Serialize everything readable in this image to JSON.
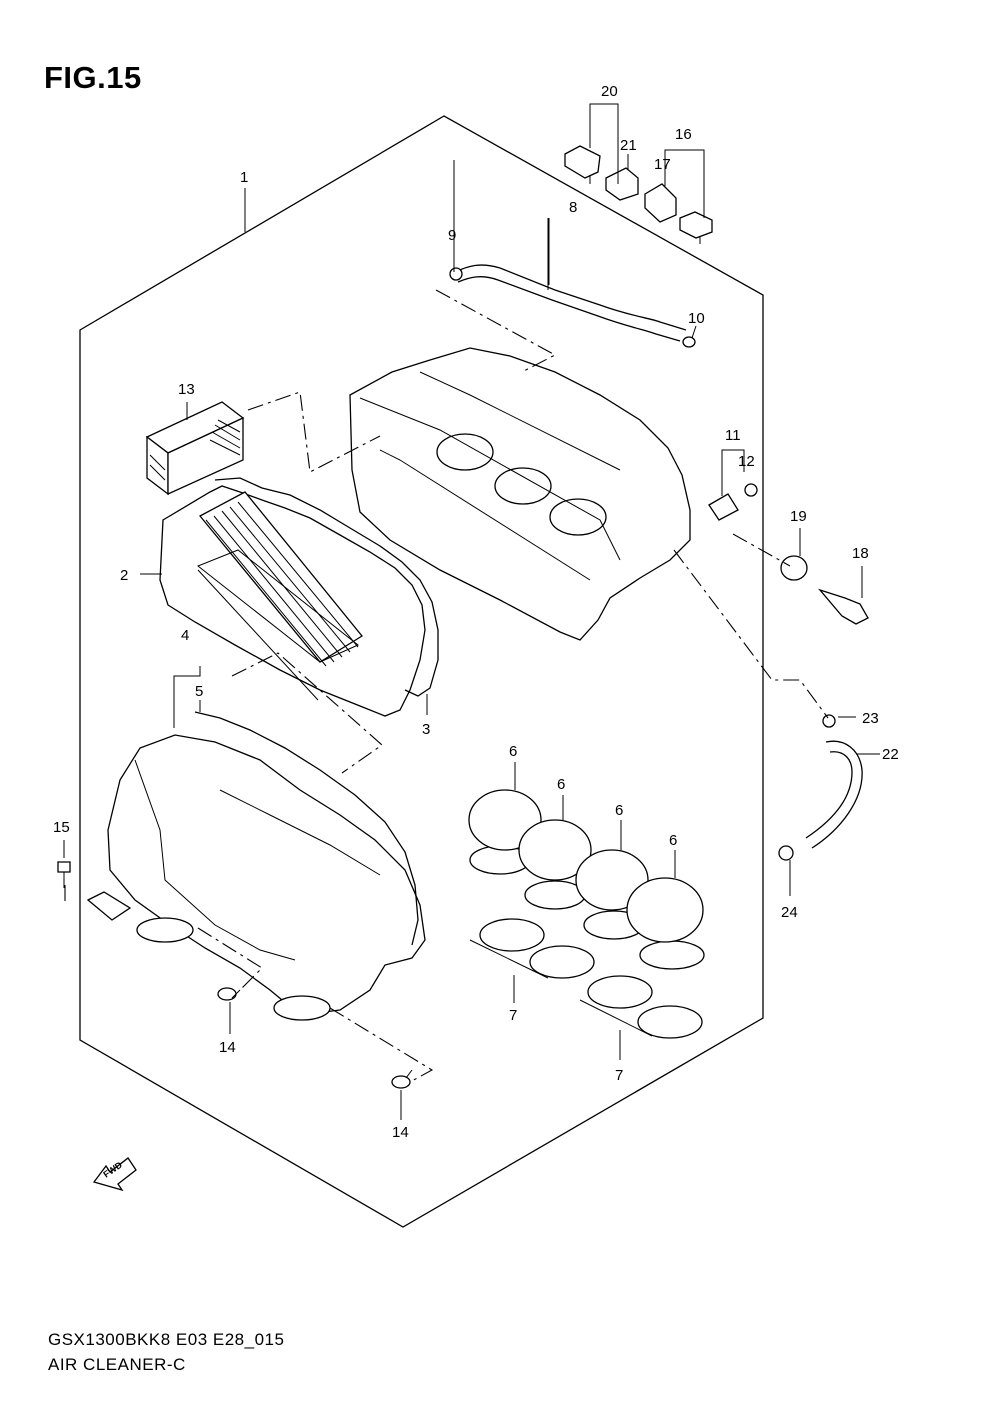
{
  "figure": {
    "title": "FIG.15",
    "model_code": "GSX1300BKK8 E03 E28_015",
    "section_name": "AIR CLEANER-C",
    "fwd_label": "FWD"
  },
  "callouts": [
    {
      "id": "c1",
      "number": "1"
    },
    {
      "id": "c2",
      "number": "2"
    },
    {
      "id": "c3",
      "number": "3"
    },
    {
      "id": "c4",
      "number": "4"
    },
    {
      "id": "c5",
      "number": "5"
    },
    {
      "id": "c6a",
      "number": "6"
    },
    {
      "id": "c6b",
      "number": "6"
    },
    {
      "id": "c6c",
      "number": "6"
    },
    {
      "id": "c6d",
      "number": "6"
    },
    {
      "id": "c7a",
      "number": "7"
    },
    {
      "id": "c7b",
      "number": "7"
    },
    {
      "id": "c8",
      "number": "8"
    },
    {
      "id": "c9",
      "number": "9"
    },
    {
      "id": "c10",
      "number": "10"
    },
    {
      "id": "c11",
      "number": "11"
    },
    {
      "id": "c12",
      "number": "12"
    },
    {
      "id": "c13",
      "number": "13"
    },
    {
      "id": "c14a",
      "number": "14"
    },
    {
      "id": "c14b",
      "number": "14"
    },
    {
      "id": "c15",
      "number": "15"
    },
    {
      "id": "c16",
      "number": "16"
    },
    {
      "id": "c17",
      "number": "17"
    },
    {
      "id": "c18",
      "number": "18"
    },
    {
      "id": "c19",
      "number": "19"
    },
    {
      "id": "c20",
      "number": "20"
    },
    {
      "id": "c21",
      "number": "21"
    },
    {
      "id": "c22",
      "number": "22"
    },
    {
      "id": "c23",
      "number": "23"
    },
    {
      "id": "c24",
      "number": "24"
    }
  ]
}
